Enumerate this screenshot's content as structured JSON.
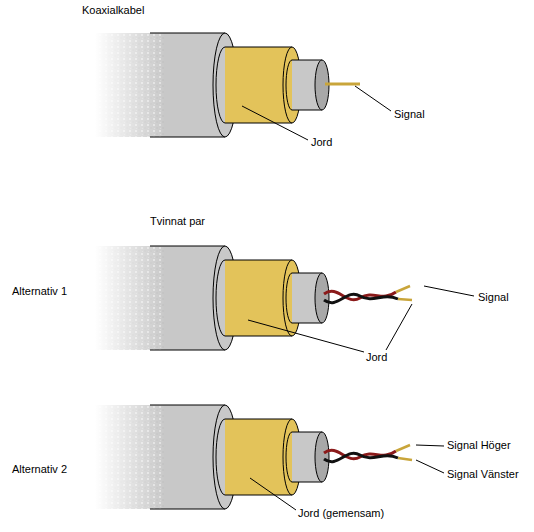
{
  "diagram": {
    "labels": [
      "Koaxialkabel",
      "Signal",
      "Jord",
      "Tvinnat par",
      "Alternativ 1",
      "Signal",
      "Jord",
      "Alternativ 2",
      "Signal Höger",
      "Signal Vänster",
      "Jord (gemensam)"
    ]
  }
}
